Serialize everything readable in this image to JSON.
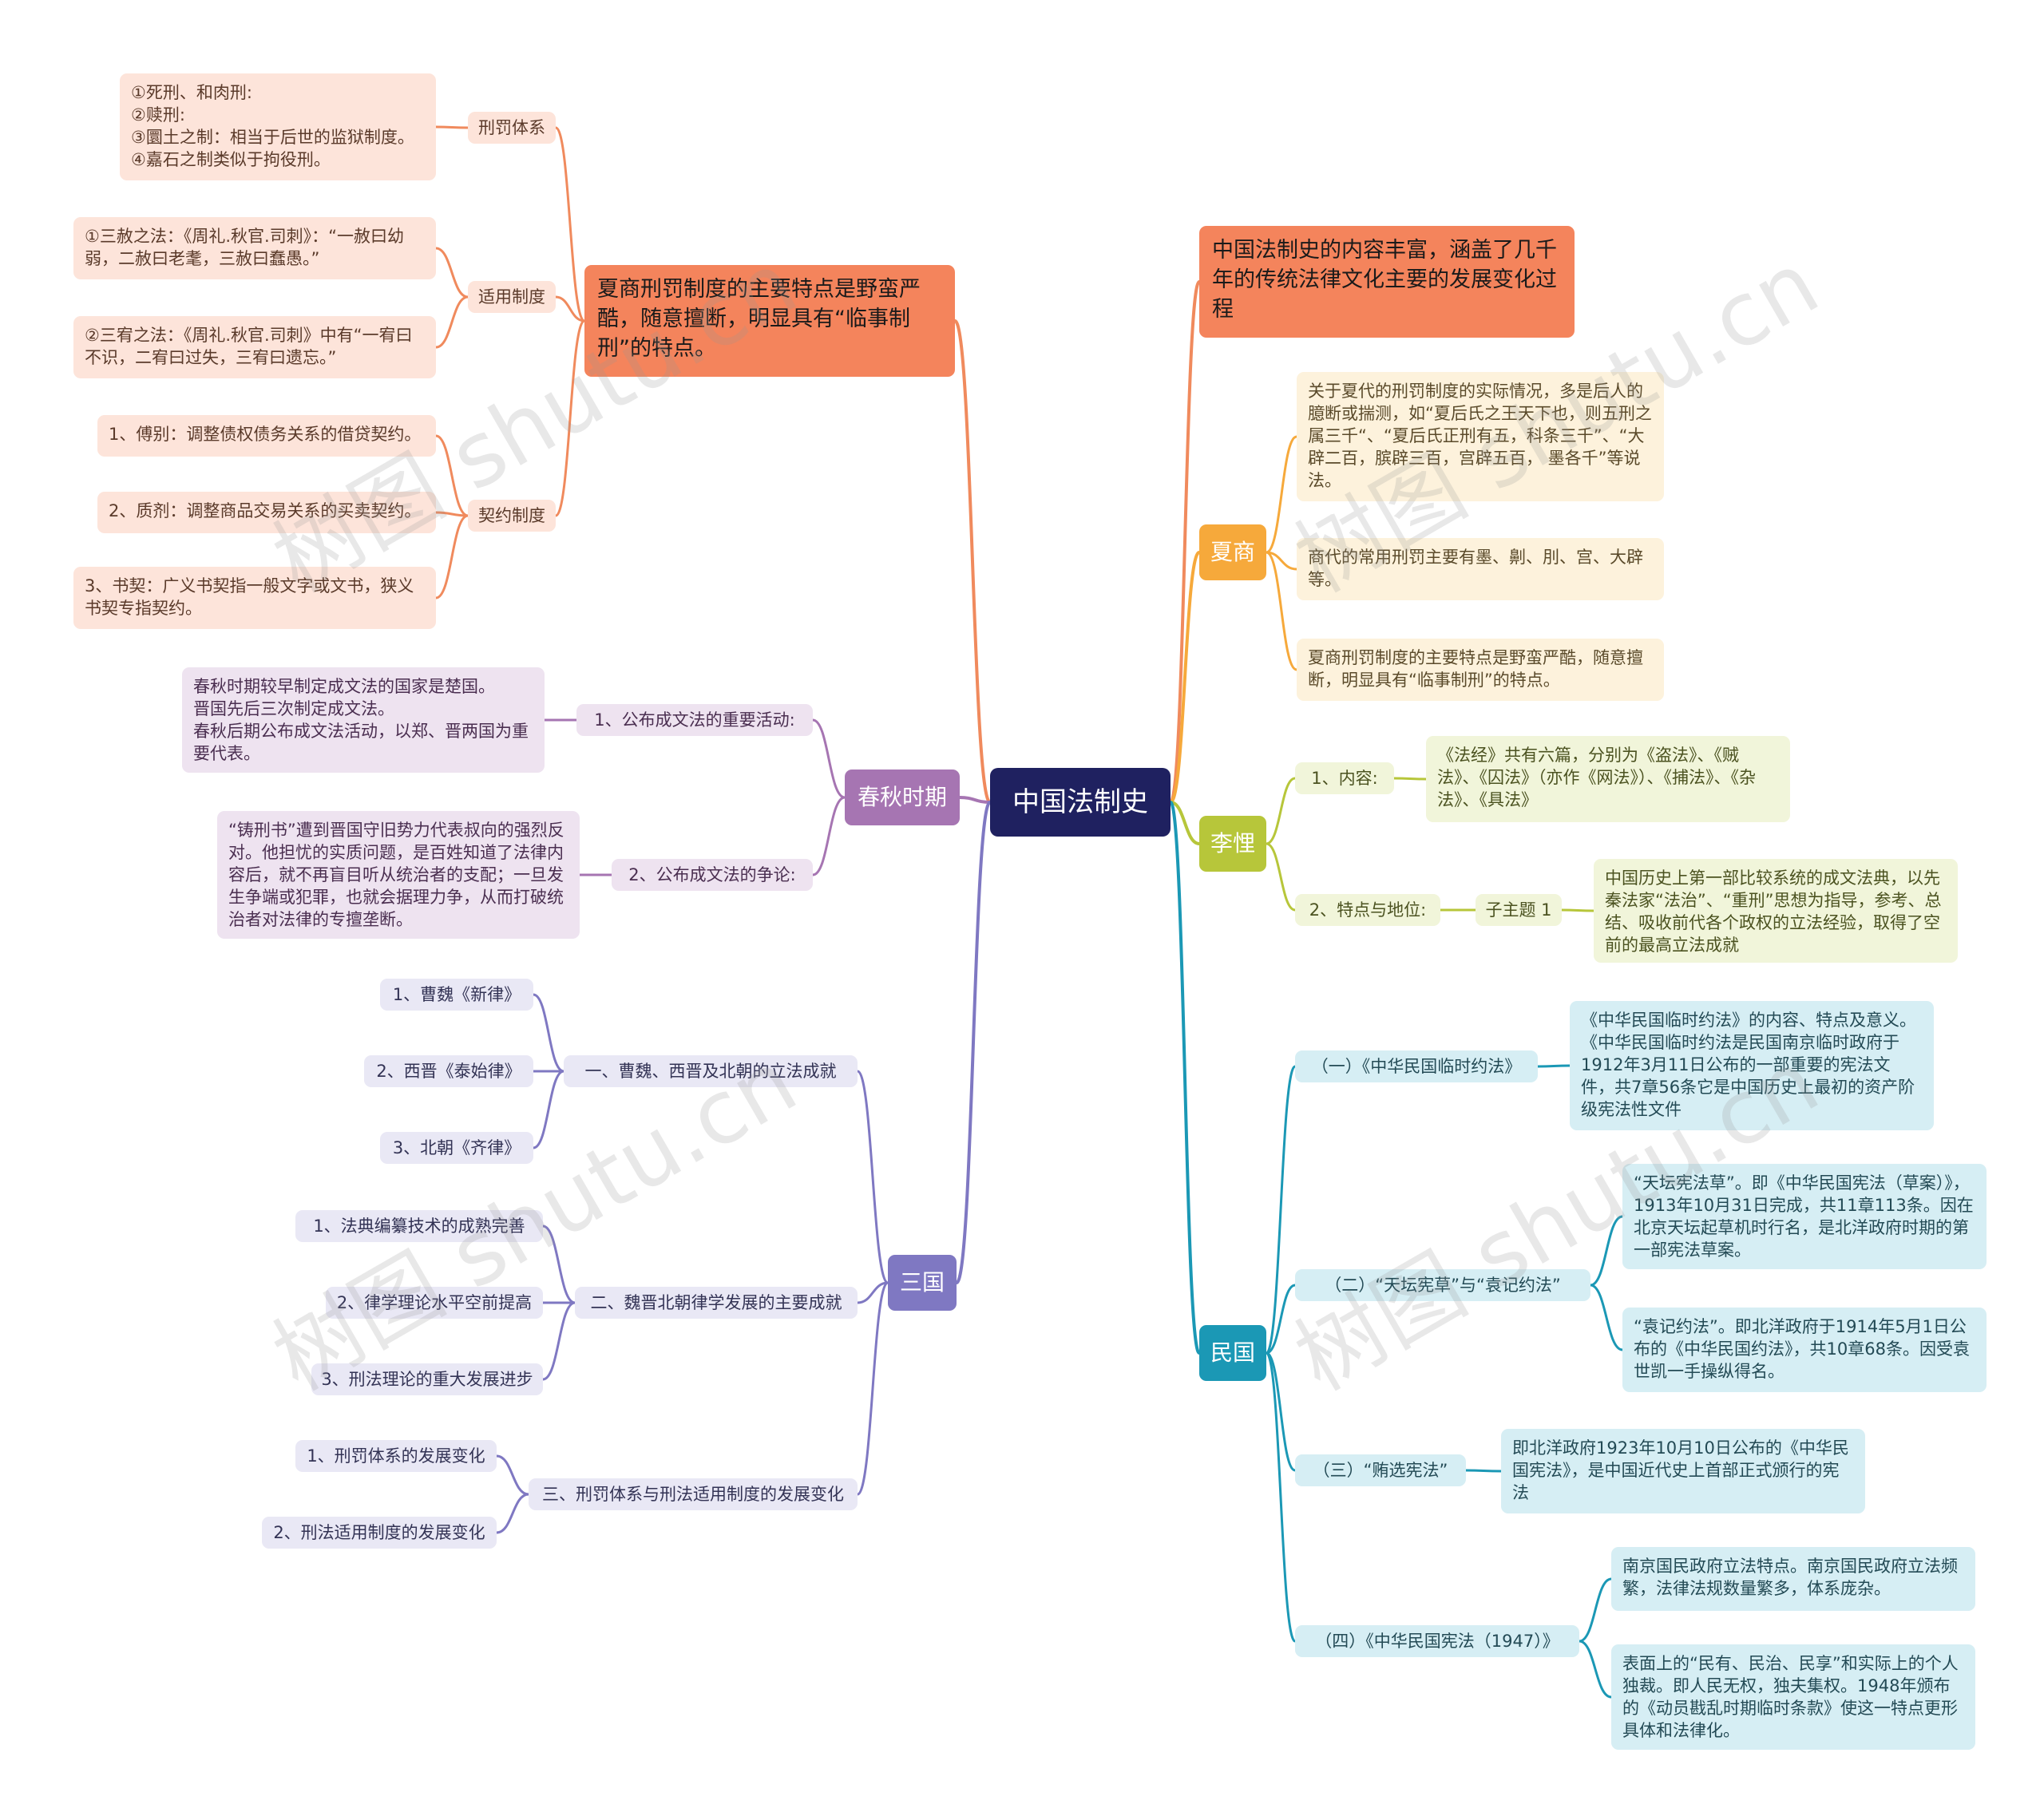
{
  "root": "中国法制史",
  "watermark": "树图 shutu.cn",
  "colors": {
    "orange": "#f08a5d",
    "yellow": "#f6a93b",
    "green": "#b7c63a",
    "teal": "#1b98b5",
    "purple": "#a675b2",
    "indigo": "#7f78c2",
    "root": "#1f2160"
  },
  "right": {
    "intro": "中国法制史的内容丰富，涵盖了几千年的传统法律文化主要的发展变化过程",
    "xiashang": {
      "title": "夏商",
      "items": [
        "关于夏代的刑罚制度的实际情况，多是后人的臆断或揣测，如“夏后氏之王天下也，则五刑之属三千“、“夏后氏正刑有五，科条三千”、“大辟二百，膑辟三百，宫辟五百， 墨各千”等说法。",
        "商代的常用刑罚主要有墨、劓、刖、宫、大辟等。",
        "夏商刑罚制度的主要特点是野蛮严酷，随意擅断，明显具有“临事制刑”的特点。"
      ]
    },
    "likui": {
      "title": "李悝",
      "content_label": "1、内容:",
      "content_text": "《法经》共有六篇，分别为《盗法》、《贼法》、《囚法》（亦作《网法》）、《捕法》、《杂法》、《具法》",
      "feature_label": "2、特点与地位:",
      "sub_label": "子主题 1",
      "feature_text": "中国历史上第一部比较系统的成文法典，以先秦法家“法治”、“重刑”思想为指导，参考、总结、吸收前代各个政权的立法经验，取得了空前的最高立法成就"
    },
    "minguo": {
      "title": "民国",
      "items": [
        {
          "label": "（一）《中华民国临时约法》",
          "texts": [
            "《中华民国临时约法》的内容、特点及意义。《中华民国临时约法是民国南京临时政府于1912年3月11日公布的一部重要的宪法文件，共7章56条它是中国历史上最初的资产阶级宪法性文件"
          ]
        },
        {
          "label": "（二）“天坛宪草”与“袁记约法”",
          "texts": [
            "“天坛宪法草”。即《中华民国宪法（草案）》，1913年10月31日完成，共11章113条。因在北京天坛起草机时行名，是北洋政府时期的第一部宪法草案。",
            "“袁记约法”。即北洋政府于1914年5月1日公布的《中华民国约法》，共10章68条。因受袁世凯一手操纵得名。"
          ]
        },
        {
          "label": "（三）“贿选宪法”",
          "texts": [
            "即北洋政府1923年10月10日公布的《中华民国宪法》，是中国近代史上首部正式颁行的宪法"
          ]
        },
        {
          "label": "（四）《中华民国宪法（1947）》",
          "texts": [
            "南京国民政府立法特点。南京国民政府立法频繁，法律法规数量繁多，体系庞杂。",
            "表面上的“民有、民治、民享”和实际上的个人独裁。即人民无权，独夫集权。1948年颁布的《动员戡乱时期临时条款》使这一特点更形具体和法律化。"
          ]
        }
      ]
    }
  },
  "left": {
    "xiashang_main": "夏商刑罚制度的主要特点是野蛮严酷，随意擅断，明显具有“临事制刑”的特点。",
    "xingfa": {
      "label": "刑罚体系",
      "text": "①死刑、和肉刑:\n②赎刑:\n③圜土之制：相当于后世的监狱制度。\n④嘉石之制类似于拘役刑。"
    },
    "shiyong": {
      "label": "适用制度",
      "texts": [
        "①三赦之法：《周礼.秋官.司刺》：“一赦曰幼弱，二赦曰老耄，三赦曰蠢愚。”",
        "②三宥之法：《周礼.秋官.司刺》中有“一宥曰不识，二宥曰过失，三宥曰遗忘。”"
      ]
    },
    "qiyue": {
      "label": "契约制度",
      "texts": [
        "1、傅别：调整债权债务关系的借贷契约。",
        "2、质剂：调整商品交易关系的买卖契约。",
        "3、书契：广义书契指一般文字或文书，狭义书契专指契约。"
      ]
    },
    "chunqiu": {
      "title": "春秋时期",
      "items": [
        {
          "label": "1、公布成文法的重要活动:",
          "text": "春秋时期较早制定成文法的国家是楚国。\n晋国先后三次制定成文法。\n春秋后期公布成文法活动，以郑、晋两国为重要代表。"
        },
        {
          "label": "2、公布成文法的争论:",
          "text": "“铸刑书”遭到晋国守旧势力代表叔向的强烈反对。他担忧的实质问题，是百姓知道了法律内容后，就不再盲目听从统治者的支配；一旦发生争端或犯罪，也就会据理力争，从而打破统治者对法律的专擅垄断。"
        }
      ]
    },
    "sanguo": {
      "title": "三国",
      "items": [
        {
          "label": "一、曹魏、西晋及北朝的立法成就",
          "children": [
            "1、曹魏《新律》",
            "2、西晋《泰始律》",
            "3、北朝《齐律》"
          ]
        },
        {
          "label": "二、魏晋北朝律学发展的主要成就",
          "children": [
            "1、法典编纂技术的成熟完善",
            "2、律学理论水平空前提高",
            "3、刑法理论的重大发展进步"
          ]
        },
        {
          "label": "三、刑罚体系与刑法适用制度的发展变化",
          "children": [
            "1、刑罚体系的发展变化",
            "2、刑法适用制度的发展变化"
          ]
        }
      ]
    }
  }
}
